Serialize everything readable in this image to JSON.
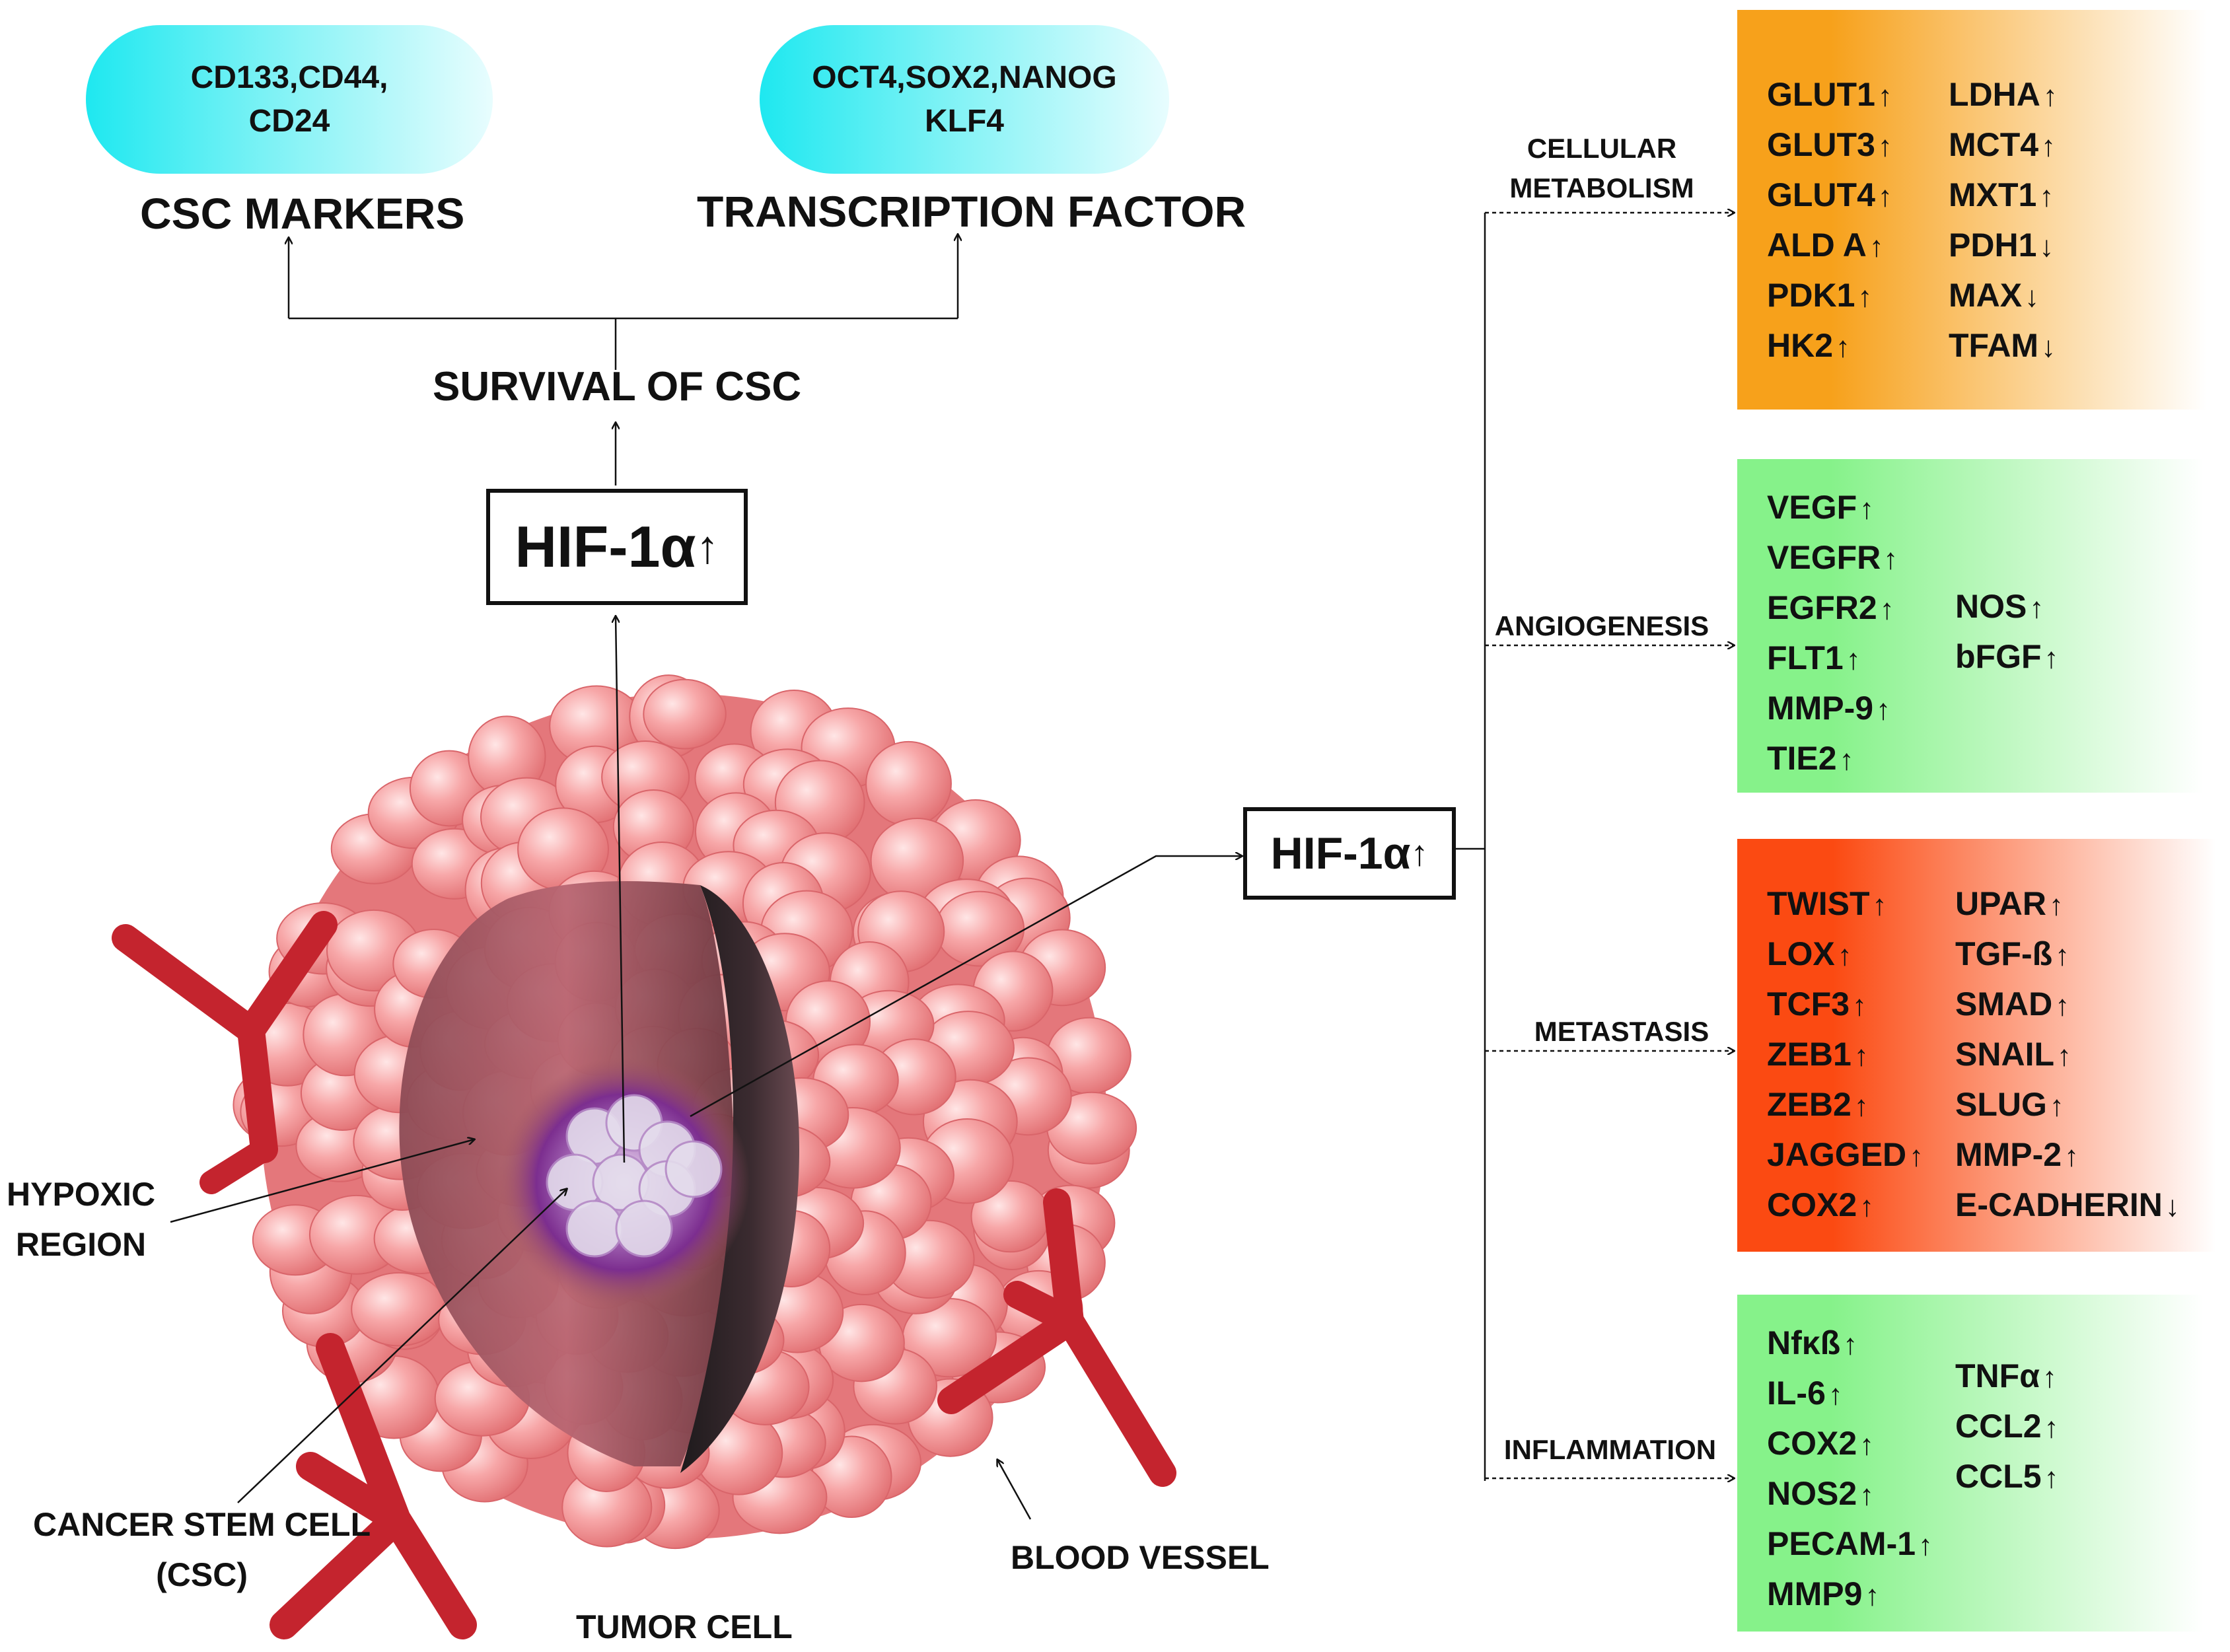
{
  "csc_markers": {
    "pill_lines": [
      "CD133,CD44,",
      "CD24"
    ],
    "heading": "CSC MARKERS"
  },
  "transcription_factor": {
    "pill_lines": [
      "OCT4,SOX2,NANOG",
      "KLF4"
    ],
    "heading": "TRANSCRIPTION FACTOR"
  },
  "survival_label": "SURVIVAL OF CSC",
  "hif_box": {
    "text": "HIF-1α",
    "arrow": "↑"
  },
  "tumor_labels": {
    "hypoxic_lines": [
      "HYPOXIC",
      "REGION"
    ],
    "csc_lines": [
      "CANCER STEM CELL",
      "(CSC)"
    ],
    "blood_vessel": "BLOOD VESSEL",
    "tumor_cell": "TUMOR CELL"
  },
  "categories": [
    {
      "label_lines": [
        "CELLULAR",
        "METABOLISM"
      ],
      "color": "#f7a11b",
      "columns": [
        [
          {
            "name": "GLUT1",
            "dir": "↑"
          },
          {
            "name": "GLUT3",
            "dir": "↑"
          },
          {
            "name": "GLUT4",
            "dir": "↑"
          },
          {
            "name": "ALD A",
            "dir": "↑"
          },
          {
            "name": "PDK1",
            "dir": "↑"
          },
          {
            "name": "HK2",
            "dir": "↑"
          }
        ],
        [
          {
            "name": "LDHA",
            "dir": "↑"
          },
          {
            "name": "MCT4",
            "dir": "↑"
          },
          {
            "name": "MXT1",
            "dir": "↑"
          },
          {
            "name": "PDH1",
            "dir": "↓"
          },
          {
            "name": "MAX",
            "dir": "↓"
          },
          {
            "name": "TFAM",
            "dir": "↓"
          }
        ]
      ]
    },
    {
      "label_lines": [
        "ANGIOGENESIS"
      ],
      "color": "#86f28a",
      "columns": [
        [
          {
            "name": "VEGF",
            "dir": "↑"
          },
          {
            "name": "VEGFR",
            "dir": "↑"
          },
          {
            "name": "EGFR2",
            "dir": "↑"
          },
          {
            "name": "FLT1",
            "dir": "↑"
          },
          {
            "name": "MMP-9",
            "dir": "↑"
          },
          {
            "name": "TIE2",
            "dir": "↑"
          }
        ],
        [
          {
            "name": "NOS",
            "dir": "↑"
          },
          {
            "name": "bFGF",
            "dir": "↑"
          }
        ]
      ]
    },
    {
      "label_lines": [
        "METASTASIS"
      ],
      "color": "#fb4a12",
      "columns": [
        [
          {
            "name": "TWIST",
            "dir": "↑"
          },
          {
            "name": "LOX",
            "dir": "↑"
          },
          {
            "name": "TCF3",
            "dir": "↑"
          },
          {
            "name": "ZEB1",
            "dir": "↑"
          },
          {
            "name": "ZEB2",
            "dir": "↑"
          },
          {
            "name": "JAGGED",
            "dir": "↑"
          },
          {
            "name": "COX2",
            "dir": "↑"
          }
        ],
        [
          {
            "name": "UPAR",
            "dir": "↑"
          },
          {
            "name": "TGF-ß",
            "dir": "↑"
          },
          {
            "name": "SMAD",
            "dir": "↑"
          },
          {
            "name": "SNAIL",
            "dir": "↑"
          },
          {
            "name": "SLUG",
            "dir": "↑"
          },
          {
            "name": "MMP-2",
            "dir": "↑"
          },
          {
            "name": "E-CADHERIN",
            "dir": "↓"
          }
        ]
      ]
    },
    {
      "label_lines": [
        "INFLAMMATION"
      ],
      "color": "#86f28a",
      "columns": [
        [
          {
            "name": "Nfκß",
            "dir": "↑"
          },
          {
            "name": "IL-6",
            "dir": "↑"
          },
          {
            "name": "COX2",
            "dir": "↑"
          },
          {
            "name": "NOS2",
            "dir": "↑"
          },
          {
            "name": "PECAM-1",
            "dir": "↑"
          },
          {
            "name": "MMP9",
            "dir": "↑"
          }
        ],
        [
          {
            "name": "TNFα",
            "dir": "↑"
          },
          {
            "name": "CCL2",
            "dir": "↑"
          },
          {
            "name": "CCL5",
            "dir": "↑"
          }
        ]
      ]
    }
  ]
}
